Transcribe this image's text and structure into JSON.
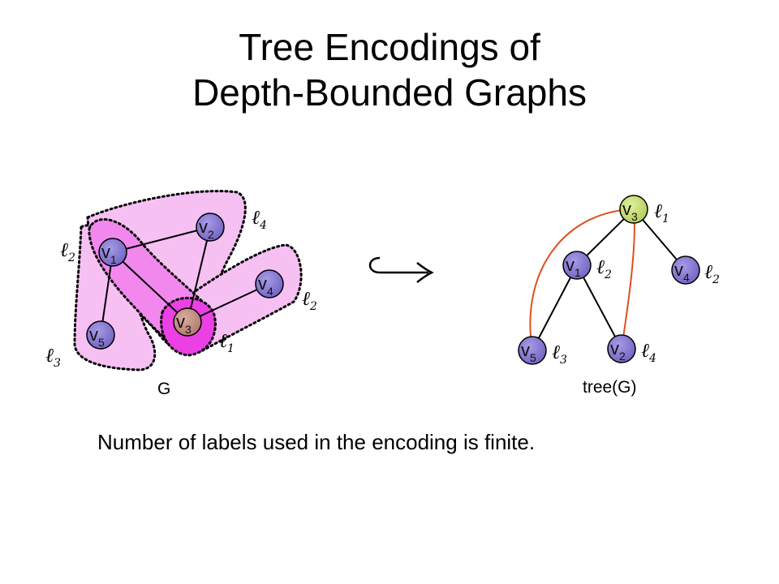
{
  "title": {
    "line1": "Tree Encodings of",
    "line2": "Depth-Bounded Graphs"
  },
  "graph_g": {
    "caption": "G",
    "nodes": [
      {
        "id": "v1",
        "base": "v",
        "sub": "1"
      },
      {
        "id": "v2",
        "base": "v",
        "sub": "2"
      },
      {
        "id": "v3",
        "base": "v",
        "sub": "3"
      },
      {
        "id": "v4",
        "base": "v",
        "sub": "4"
      },
      {
        "id": "v5",
        "base": "v",
        "sub": "5"
      }
    ],
    "labels": [
      {
        "id": "l4",
        "base": "ℓ",
        "sub": "4"
      },
      {
        "id": "l2a",
        "base": "ℓ",
        "sub": "2"
      },
      {
        "id": "l2b",
        "base": "ℓ",
        "sub": "2"
      },
      {
        "id": "l3",
        "base": "ℓ",
        "sub": "3"
      },
      {
        "id": "l1",
        "base": "ℓ",
        "sub": "1"
      }
    ]
  },
  "arrow": {
    "symbol": "↪"
  },
  "tree_g": {
    "caption": "tree(G)",
    "nodes": [
      {
        "id": "v3",
        "base": "v",
        "sub": "3",
        "label": {
          "base": "ℓ",
          "sub": "1"
        }
      },
      {
        "id": "v1",
        "base": "v",
        "sub": "1",
        "label": {
          "base": "ℓ",
          "sub": "2"
        }
      },
      {
        "id": "v4",
        "base": "v",
        "sub": "4",
        "label": {
          "base": "ℓ",
          "sub": "2"
        }
      },
      {
        "id": "v5",
        "base": "v",
        "sub": "5",
        "label": {
          "base": "ℓ",
          "sub": "3"
        }
      },
      {
        "id": "v2",
        "base": "v",
        "sub": "2",
        "label": {
          "base": "ℓ",
          "sub": "4"
        }
      }
    ]
  },
  "footnote": "Number of labels used in the encoding is finite.",
  "colors": {
    "node_fill": "#8b7fd4",
    "root_fill": "#c8e07a",
    "center_fill": "#c9968a",
    "region_light": "#f7c0f3",
    "region_mid": "#f288ee",
    "region_dark": "#ea40e4",
    "back_edge": "#e0501e"
  }
}
